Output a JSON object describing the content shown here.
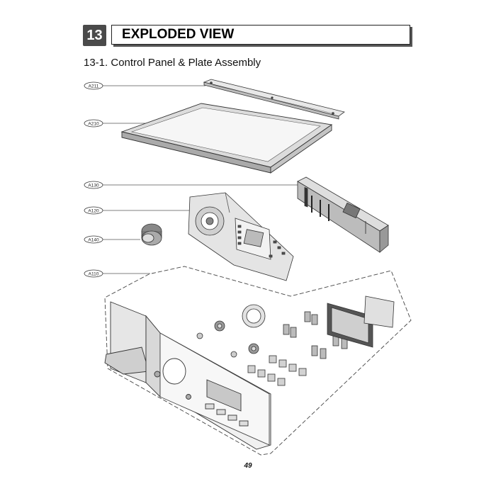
{
  "header": {
    "section_number": "13",
    "title": "EXPLODED VIEW"
  },
  "subtitle": "13-1. Control Panel & Plate Assembly",
  "callouts": [
    {
      "label": "A211"
    },
    {
      "label": "A210"
    },
    {
      "label": "A130"
    },
    {
      "label": "A120"
    },
    {
      "label": "A140"
    },
    {
      "label": "A110"
    }
  ],
  "page_number": "49"
}
